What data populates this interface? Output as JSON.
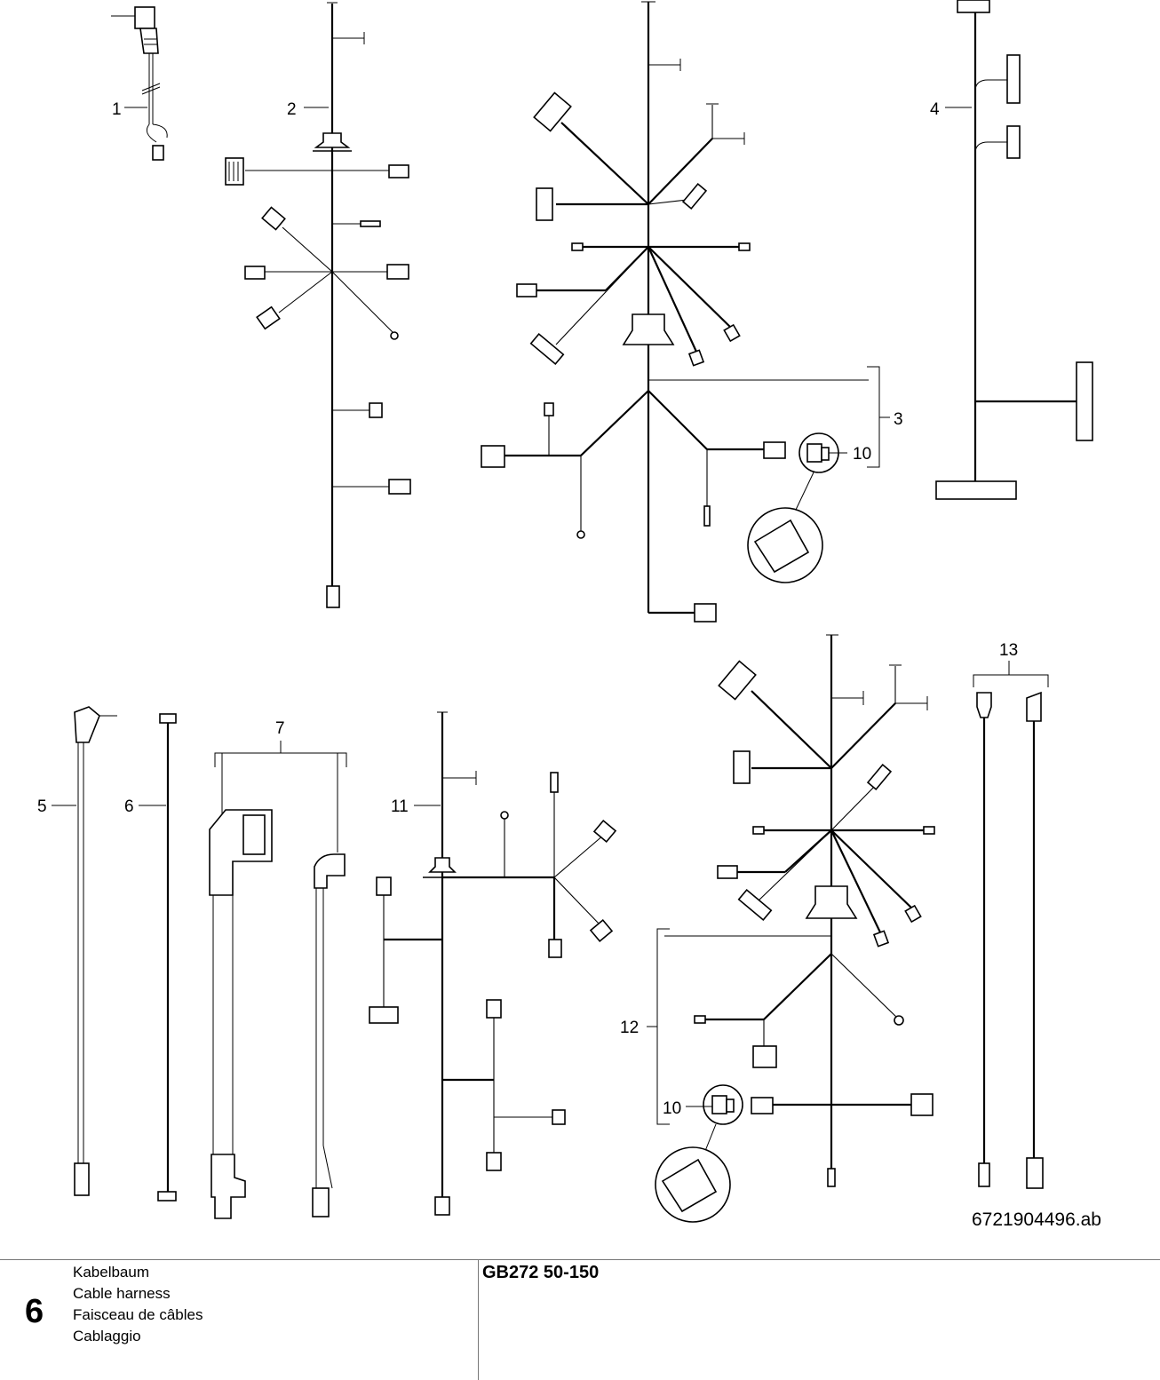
{
  "diagram": {
    "callouts": {
      "c1": "1",
      "c2": "2",
      "c3": "3",
      "c4": "4",
      "c5": "5",
      "c6": "6",
      "c7": "7",
      "c10a": "10",
      "c10b": "10",
      "c11": "11",
      "c12": "12",
      "c13": "13"
    },
    "image_code": "6721904496.ab"
  },
  "footer": {
    "chapter_number": "6",
    "titles": [
      "Kabelbaum",
      "Cable harness",
      "Faisceau de câbles",
      "Cablaggio"
    ],
    "model": "GB272 50-150"
  }
}
